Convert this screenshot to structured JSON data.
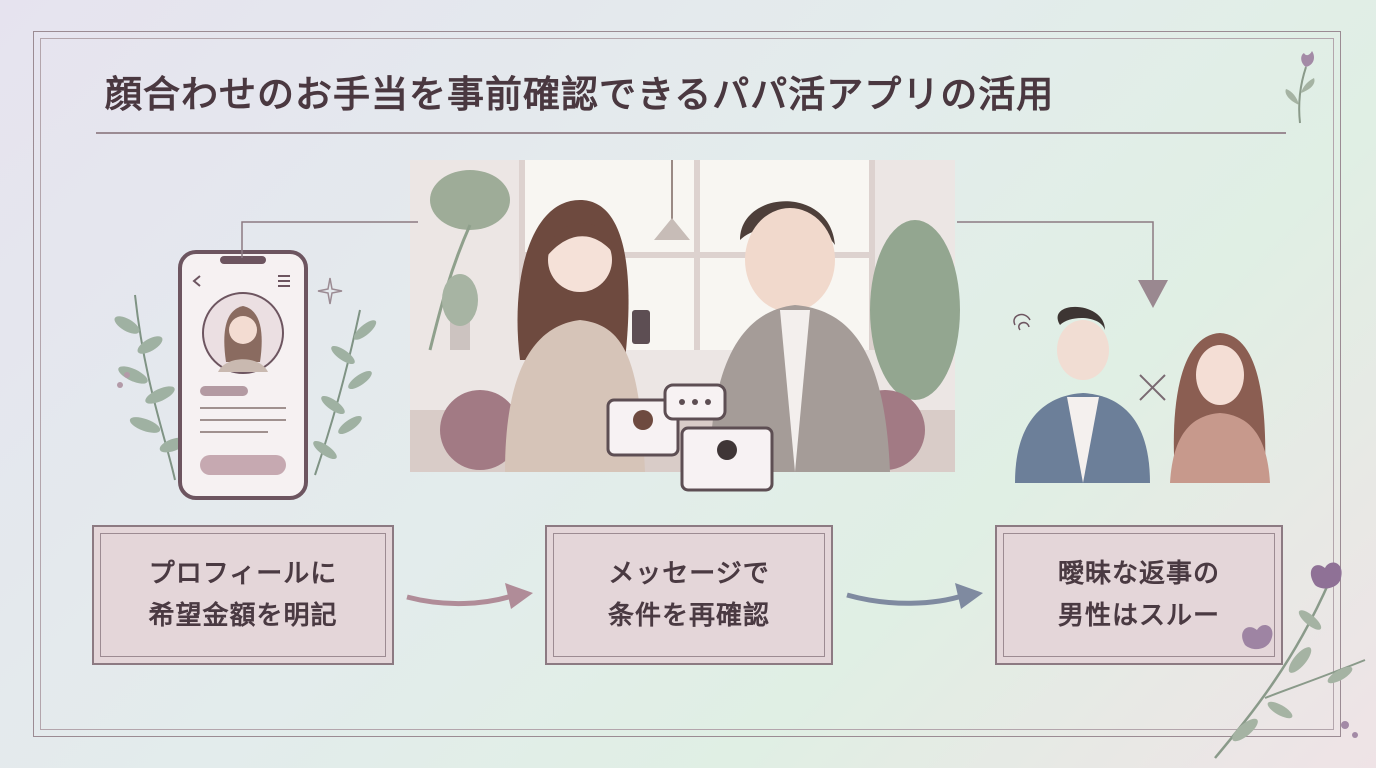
{
  "title": "顔合わせのお手当を事前確認できるパパ活アプリの活用",
  "steps": [
    {
      "line1": "プロフィールに",
      "line2": "希望金額を明記"
    },
    {
      "line1": "メッセージで",
      "line2": "条件を再確認"
    },
    {
      "line1": "曖昧な返事の",
      "line2": "男性はスルー"
    }
  ],
  "colors": {
    "frame": "#9b8b93",
    "box_fill": "#e4d6d9",
    "box_border": "#8c7a82",
    "arrow_pink": "#b08c98",
    "arrow_blue": "#7f8aa0",
    "text": "#4a3a42"
  }
}
